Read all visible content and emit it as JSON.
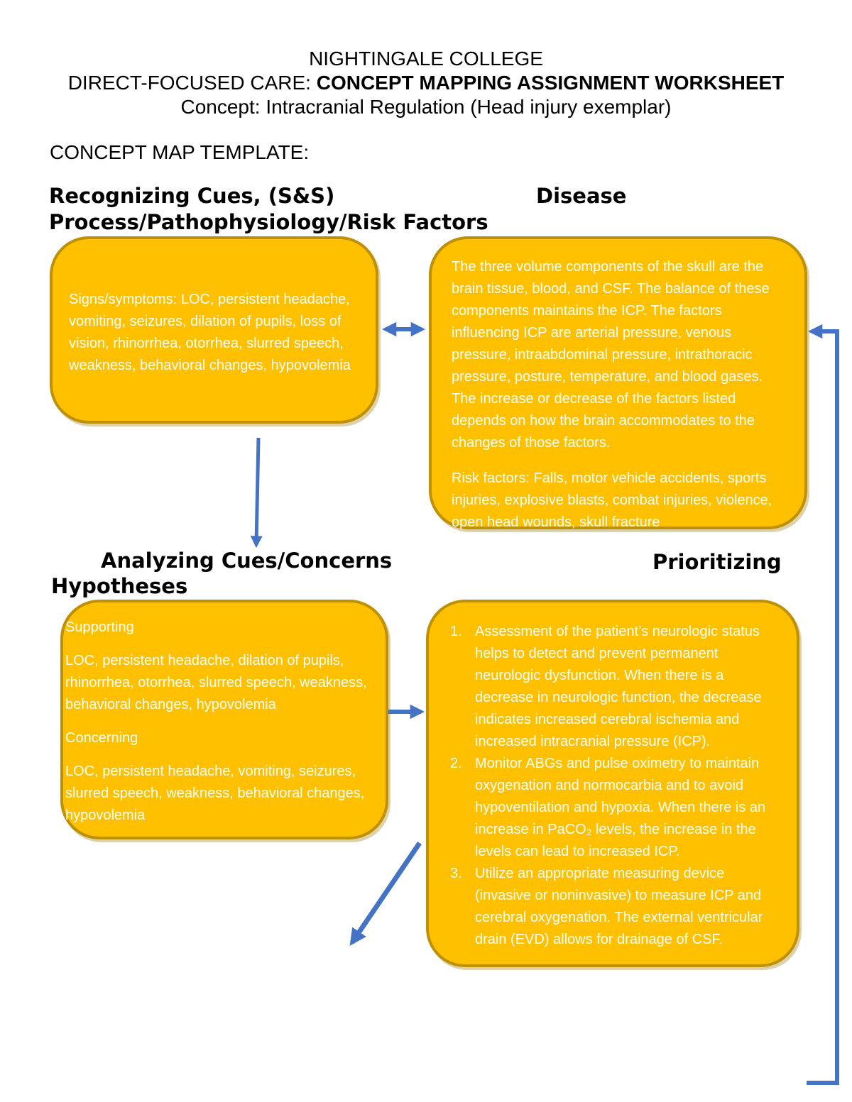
{
  "title": {
    "line1": "NIGHTINGALE COLLEGE",
    "line2_prefix": "DIRECT-FOCUSED CARE: ",
    "line2_bold": "CONCEPT MAPPING ASSIGNMENT WORKSHEET",
    "line3": "Concept: Intracranial Regulation (Head injury exemplar)",
    "template_label": "CONCEPT MAP TEMPLATE:"
  },
  "headers": {
    "recognizing_line1": "Recognizing Cues, (S&S)",
    "recognizing_line2": "Process/Pathophysiology/Risk Factors",
    "disease": "Disease",
    "analyzing_line1": "Analyzing Cues/Concerns",
    "analyzing_line2": "Hypotheses",
    "prioritizing": "Prioritizing"
  },
  "boxes": {
    "signs_symptoms": {
      "text": "Signs/symptoms: LOC, persistent headache, vomiting, seizures, dilation of pupils, loss of vision, rhinorrhea, otorrhea, slurred speech, weakness, behavioral changes, hypovolemia"
    },
    "disease": {
      "paragraph1": "The three volume components of the skull are the brain tissue, blood, and CSF. The balance of these components maintains the ICP. The factors influencing ICP are arterial pressure, venous pressure, intraabdominal pressure, intrathoracic pressure, posture, temperature, and blood gases. The increase or decrease of the factors listed depends on how the brain accommodates to the changes of those factors.",
      "paragraph2": "Risk factors: Falls, motor vehicle accidents, sports injuries, explosive blasts, combat injuries, violence, open head wounds, skull fracture"
    },
    "analyzing": {
      "supporting_label": "Supporting",
      "supporting_text": "LOC, persistent headache, dilation of pupils, rhinorrhea, otorrhea, slurred speech, weakness, behavioral changes, hypovolemia",
      "concerning_label": "Concerning",
      "concerning_text": "LOC, persistent headache, vomiting, seizures, slurred speech, weakness, behavioral changes, hypovolemia"
    },
    "prioritizing": {
      "numbers": [
        "1.",
        "2.",
        "3."
      ],
      "items": [
        "Assessment of the patient’s neurologic status helps to detect and prevent permanent neurologic dysfunction. When there is a decrease in neurologic function, the decrease indicates increased cerebral ischemia and increased intracranial pressure (ICP).",
        "Monitor ABGs and pulse oximetry to maintain oxygenation and normocarbia and to avoid hypoventilation and hypoxia. When there is an increase in PaCO₂ levels, the increase in the levels can lead to increased ICP.",
        "Utilize an appropriate measuring device (invasive or noninvasive) to measure ICP and cerebral oxygenation. The external ventricular drain (EVD) allows for drainage of CSF."
      ]
    }
  },
  "colors": {
    "box_fill": "#FFC000",
    "box_border": "#BF9000",
    "connector_blue": "#4472C4",
    "box_text": "#FFFFFF",
    "heading_text": "#000000"
  }
}
